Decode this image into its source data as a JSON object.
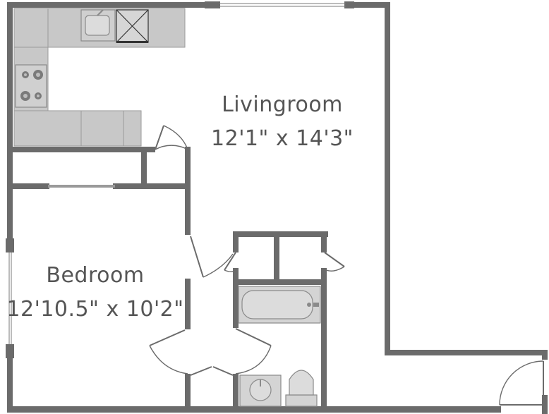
{
  "plan": {
    "rooms": [
      {
        "id": "livingroom",
        "name": "Livingroom",
        "dimensions": "12'1\" x 14'3\""
      },
      {
        "id": "bedroom",
        "name": "Bedroom",
        "dimensions": "12'10.5\" x 10'2\""
      }
    ],
    "colors": {
      "wall": "#6b6b6b",
      "counter": "#c8c8c8",
      "fixture": "#d0d0d0",
      "text": "#555555",
      "background": "#ffffff"
    },
    "icons": [
      "sink-icon",
      "stove-icon",
      "bathtub-icon",
      "toilet-icon",
      "bathroom-sink-icon",
      "dishwasher-icon"
    ]
  }
}
